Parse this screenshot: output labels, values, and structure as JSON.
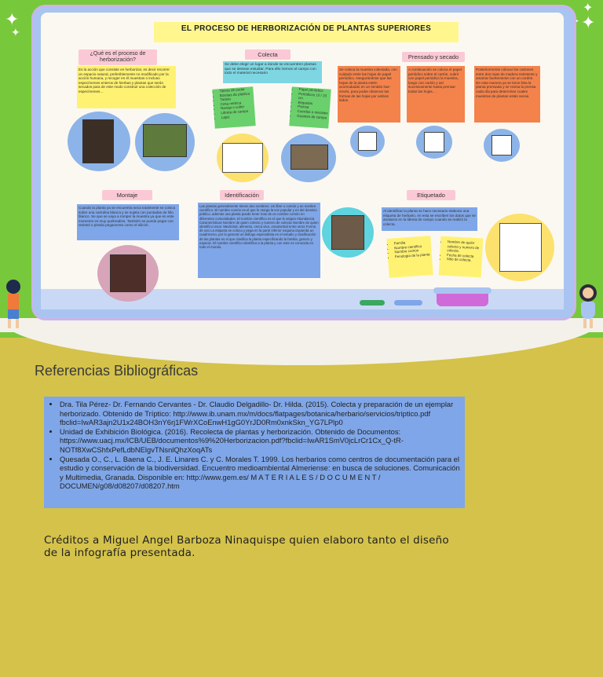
{
  "colors": {
    "green_band": "#78c83c",
    "board_frame": "#a9c4f0",
    "board": "#fbf8f2",
    "mustard": "#d4c24a",
    "ref_box": "#7fa6e8",
    "yellow": "#fff272",
    "orange": "#f4834b",
    "cyan": "#7ed6e3",
    "pink": "#fbc9d6"
  },
  "infographic": {
    "title": "EL PROCESO DE HERBORIZACIÓN DE PLANTAS SUPERIORES",
    "sections": {
      "que_es": {
        "heading": "¿Qué es el proceso de herborización?",
        "text": "Es la acción que consiste en herborizar, es decir recorrer un espacio natural, preferiblemente no modificado por la acción humana, y recoger en él muestras o incluso especímenes enteros de hierbas y plantas que serán secados para de este modo construir una colección de especímenes…"
      },
      "colecta": {
        "heading": "Colecta",
        "text": "Se debe elegir un lugar a donde se encuentren plantas que se desean estudiar. Para ello iremos al campo con todo el material necesario",
        "list_a": [
          "Tijeras de podar",
          "Bolsitas de plástico",
          "Tarjeta",
          "Cinta métrica",
          "Navaja o cutter",
          "Libreta de campo",
          "Lápiz"
        ],
        "list_b": [
          "Papel periódico",
          "Periódicos 10 / 20 cm",
          "Etiquetas",
          "Prensa",
          "Cuerdas o mecates",
          "Guantes de campo"
        ]
      },
      "prensado": {
        "heading": "Prensado y secado",
        "step1": "Se coloca la muestra colectada, con cuidado entre las hojas de papel periódico. Asegurándose que las hojas de la planta estén acomodadas en un sentido haz-envés, para poder observar las formas de las hojas por ambos lados.",
        "step2": "A continuación se coloca el papel periódico sobre el cartón, cubrir con papel periódico la muestra, luego con cartón y así sucesivamente hasta prensar todas las hojas…",
        "step3": "Posteriormente colocar los cartones entre dos rejas de madera resistente y amarrar fuertemente con un cordón. De esta manera ya se tiene lista la planta prensada y se revisa la prensa cada día para determinar cuales muestras de plantas están secas."
      },
      "montaje": {
        "heading": "Montaje",
        "text": "Cuando la planta ya se encuentra seca totalmente se coloca sobre una cartulina blanca y se sujeta con puntadas de hilo blanco. Se que se vaya a romper la muestra ya que en este momento es muy quebradiza. También se puede pegar con resistol o pistola pegamento como el silicón."
      },
      "identificacion": {
        "heading": "Identificación",
        "text": "Las plantas generalmente tienen dos nombres. Un libre o común y un nombre científico. El nombre común es el que le otorga la voz popular y es del dominio público, además una planta puede tener mas de un nombre común en diferentes comunidades. El nombre científico es el que le asigna Abundancia Características Nombre de quien colecto y numero de colecta Nombre de quien identifico Usos: Medicinal, alimento, cerca viva, ornamental entre otros Forma de uso La etiqueta se coloca y pega en la parte inferior esquina izquierda un cuadrnorno, por lo general un biólogo especialista en el estudio y clasificación de las plantas es el que clasifica la planta especificando la familia, genero y especie. El nombre científico identifica a la planta y con este es conocida en todo el mundo."
      },
      "etiquetado": {
        "heading": "Etiquetado",
        "text": "Al identificar la planta se hace necesario elaborar una etiqueta de herbario, en esta se escriben los datos que se anotaron en la libreta de campo cuando se realizó la colecta.",
        "list_a": [
          "Familia",
          "Nombre científico",
          "Nombre común",
          "Fenología de la planta"
        ],
        "list_b": [
          "Nombre de quién colecto y numero de colecta.",
          "Fecha de colecta",
          "Sitio de colecta."
        ]
      }
    }
  },
  "references": {
    "heading": "Referencias Bibliográficas",
    "items": [
      "Dra. Tila Pérez- Dr. Fernando Cervantes - Dr. Claudio Delgadillo- Dr. Hilda. (2015). Colecta y preparación de un ejemplar herborizado. Obtenido de Tríptico: http://www.ib.unam.mx/m/docs/flatpages/botanica/herbario/servicios/triptico.pdf fbclid=IwAR3ajn2U1x24BOH3nY6rj1FWrXCoEnwH1gG0YrJD0Rm0xnkSkn_YG7LPlp0",
      "Unidad de Exhibición Biológica. (2016). Recolecta de plantas y herborización. Obtenido de Documentos: https://www.uacj.mx/ICB/UEB/documentos%9%20Herborizacion.pdf?fbclid=IwAR1SmV0jcLrCr1Cx_Q-tR-NOTf8XwCShfxPefLdbNElgvTNsnlQhzXoqATs",
      "Quesada O., C., L. Baena C., J. E. Linares C. y C. Morales T. 1999. Los herbarios como centros de documentación para el estudio y conservación de la biodiversidad. Encuentro medioambiental Almeriense: en busca de soluciones. Comunicación y Multimedia, Granada. Disponible en: http://www.gem.es/ M A T E R I A L E S / D O C U M E N T / DOCUMEN/g08/d08207/d08207.htm"
    ]
  },
  "credits": "Créditos a Miguel Angel Barboza Ninaquispe quien elaboro tanto el diseño de la infografía presentada.",
  "icons": [
    "sparkle-icon",
    "kid-boy-illustration",
    "kid-girl-illustration"
  ]
}
